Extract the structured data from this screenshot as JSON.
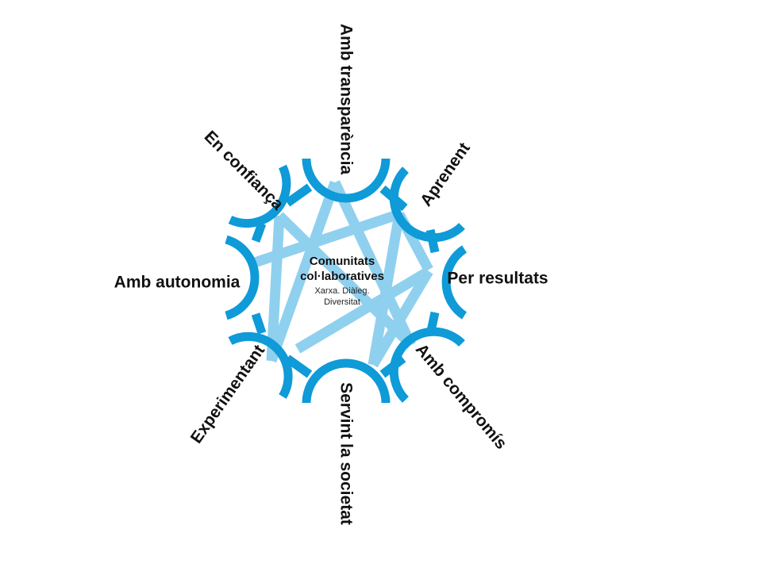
{
  "center": {
    "title": "Comunitats\ncol·laboratives",
    "subtitle": "Xarxa. Diàleg.\nDiversitat"
  },
  "spokes": [
    {
      "id": "n",
      "label": "Amb transparència"
    },
    {
      "id": "ne",
      "label": "Aprenent"
    },
    {
      "id": "e",
      "label": "Per resultats"
    },
    {
      "id": "se",
      "label": "Amb compromís"
    },
    {
      "id": "s",
      "label": "Servint la societat"
    },
    {
      "id": "sw",
      "label": "Experimentant"
    },
    {
      "id": "w",
      "label": "Amb autonomia"
    },
    {
      "id": "nw",
      "label": "En confiança"
    }
  ],
  "colors": {
    "ring": "#0f9ad8",
    "connector": "#8fd0ef",
    "text": "#111111"
  }
}
